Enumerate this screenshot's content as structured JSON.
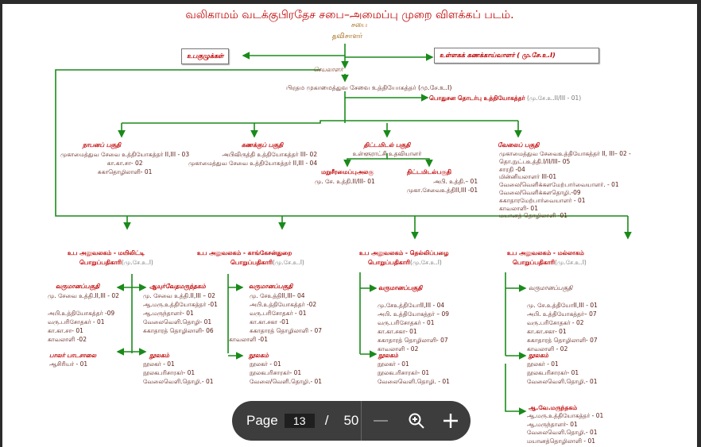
{
  "title": "வலிகாமம் வடக்குபிரதேச சபை–அமைப்பு முறை விளக்கப் படம்.",
  "top": {
    "council": "சபை",
    "chairman": "தவிசாளர்",
    "subcommittees": "உபகுழுக்கள்",
    "internal_auditor": "உள்ளகக் கணக்காய்வாளர் ( மு.சே.உ.I)",
    "secretary": "செயலாளர்",
    "chief_officer": "பிரதம முகாமைத்துவ சேவை உத்தியோகத்தர் (மு.சே.உ.I)",
    "public_relations": "பொதுசன தொடர்பு உத்தியோகத்தர்",
    "public_relations_grade": "(மு.சே.உ.II/III - 01)"
  },
  "sections": [
    {
      "title": "நாபனப் பகுதி",
      "lines": [
        "முகாமைத்துவ சேவை உத்தியோகத்தர் II,III - 03",
        "கா.கா.சா- 02",
        "சுகாதொழிலாளி- 01"
      ]
    },
    {
      "title": "கணக்குப் பகுதி",
      "lines": [
        "அபிவிருத்தி உத்தியோகத்தர் III- 02",
        "முகாமைத்துவ சேவை உத்தியோகத்தர் II,III - 04"
      ]
    },
    {
      "title": "திட்டமிடல் பகுதி",
      "assistant": "உள்ளூராட்சி உதவியாளர்",
      "units": [
        {
          "title": "மறுசீரமைப்புஅலகு",
          "lines": [
            "மு. சே. உத்தி.II/III- 01"
          ]
        },
        {
          "title": "திட்டமிடல்பகுதி",
          "lines": [
            "அபி. உத்தி.– 01",
            "முகா.சேவைஉத்திII,III -01"
          ]
        }
      ]
    },
    {
      "title": "வேலைப் பகுதி",
      "lines": [
        "முகாமைத்துவ சேவைஉத்தியோகத்தர் II, III– 02 -",
        "தொ.நுட்பஉத்தி.I/II/III– 05",
        "சாரதி -04",
        "மின்னியலாளர் III-01",
        "வேலை/வெளிக்களமேற்பார்வையாளர். - 01",
        "வேலை/வெளிக்களதொழி.-09",
        "சுகாதாரமேற்பார்வையாளர் - 01",
        "காவலாளி- 01",
        "மயானத் தொழிலாளி -01"
      ]
    }
  ],
  "sub_offices": [
    {
      "title": "உப அலுவலகம் - மயிலிட்டி",
      "officer": "பொறுப்பதிகாரி",
      "grade": "(மு.சே.உ.I)",
      "revenue": {
        "title": "வருமானப்பகுதி",
        "lines": [
          "மு. சேவை உத்தி.II,III - 02",
          "",
          "அபி.உத்தியோகத்தர் -09",
          "வரு.பரிசோதகர்   - 01",
          "கா.கா.சா- 01",
          "காவலாளி -02"
        ]
      },
      "ayurveda": {
        "title": "ஆயுர்வேதமருந்தகம்",
        "lines": [
          "மு. சேவை உத்தி.II,III – 02",
          "ஆ.மரு.உத்தியோகத்தர் -01",
          "ஆ.மருந்தாளர்- 01",
          "வேலைவெளி.தொழி- 01",
          "சுகாதாரத் தொழிலாளி- 06"
        ]
      },
      "preschool": {
        "title": "பாலர் பாடசாலை",
        "lines": [
          "ஆசிரியர் - 01"
        ]
      },
      "library": {
        "title": "நூலகம்",
        "lines": [
          "நூலகர் - 01",
          "நூலகபரிசாரகர்- 01",
          "வேலைவெளி.தொழி.- 01"
        ]
      }
    },
    {
      "title": "உப அலுவலகம் - காங்கேசன்துறை",
      "officer": "பொறுப்பதிகாரி",
      "grade": "(மு.சே.உ.I)",
      "revenue": {
        "title": "வருமானப்பகுதி",
        "lines": [
          "மு. சேஉத்திII,III– 04",
          " அபி.உத்தியோகத்தர் -02",
          "வரு.பரிசோதகர்   - 01",
          "கா.கா.சகா -01",
          "சுகாதாரத் தொழிலாளி - 07"
        ],
        "guard": "காவலாளி -01"
      },
      "library": {
        "title": "நூலகம்",
        "lines": [
          "நூலகர் - 01",
          "நூலகபரிசாரகர்- 01",
          "வேலை/வெளி.தொழி.- 01"
        ]
      }
    },
    {
      "title": "உப அலுவலகம் - தெல்லிப்பழை",
      "officer": "பொறுப்பதிகாரி",
      "grade": "(மு.சே.உ.I)",
      "revenue": {
        "title": "வருமானப்பகுதி",
        "lines": [
          "  மு.சேஉத்தியோII,III -  04",
          "அபி. உத்தியோகத்தர் – 09",
          "வரு.பரிசோதகர்   - 01",
          "கா.கா.சகா- 01",
          "சுகாதாரத் தொழிலாளி- 07",
          "காவலாளி - 02"
        ]
      },
      "library": {
        "title": "நூலகம்",
        "lines": [
          "நூலகர் - 01",
          "நூலகபரிசாரகர்- 01",
          "வேலைவெளி.தொழி. - 01"
        ]
      }
    },
    {
      "title": "உப அலுவலகம் - மல்லாகம்",
      "officer": "பொறுப்பதிகாரி",
      "grade": "(மு.சே.உ.I)",
      "revenue": {
        "title": "வருமானப்பகுதி",
        "lines": [
          "  மு. சே.உத்தியோII,III - 01",
          "அபி. உத்தியோகத்தர்– 07",
          "வரு.பரிசோதகர்   - 02",
          "கா.கா.சகா- 01",
          "சுகாதாரத் தொழிலாளி- 07",
          "காவலாளி - 02"
        ]
      },
      "library": {
        "title": "நூலகம்",
        "lines": [
          "நூலகர் - 01",
          "நூலகபரிசாரகர்- 01",
          "வேலைவெளி.தொழி.- 01"
        ]
      },
      "ayurveda": {
        "title": "ஆ.வே.மருந்தகம்",
        "lines": [
          "ஆ.மரு.உத்தியோகத்தர் - 01",
          "ஆ.மருந்தாளர்- 01",
          "வேலைவெளி.தொழி.- 01",
          "மயானத்தொழிலாளி - 01"
        ]
      }
    }
  ],
  "toolbar": {
    "page_label": "Page",
    "current_page": "13",
    "separator": "/",
    "total_pages": "50"
  },
  "colors": {
    "line": "#1a8a1a",
    "heading": "#c00000",
    "text": "#5a1a12"
  }
}
